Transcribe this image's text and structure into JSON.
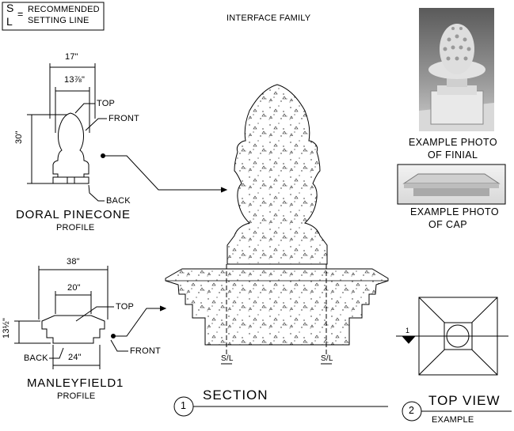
{
  "legend": {
    "symbol_top": "S",
    "symbol_bottom": "L",
    "equals": "=",
    "line1": "RECOMMENDED",
    "line2": "SETTING LINE"
  },
  "header": {
    "title": "INTERFACE FAMILY"
  },
  "pinecone": {
    "dim_width": "17\"",
    "dim_inner": "13⅞\"",
    "dim_height": "30\"",
    "label_top": "TOP",
    "label_front": "FRONT",
    "label_back": "BACK",
    "name": "DORAL PINECONE",
    "subtitle": "PROFILE"
  },
  "cap": {
    "dim_width": "38\"",
    "dim_inner": "20\"",
    "dim_base": "24\"",
    "dim_height": "13½\"",
    "label_top": "TOP",
    "label_front": "FRONT",
    "label_back": "BACK",
    "name": "MANLEYFIELD1",
    "subtitle": "PROFILE"
  },
  "photos": {
    "finial_caption_1": "EXAMPLE PHOTO",
    "finial_caption_2": "OF FINIAL",
    "cap_caption_1": "EXAMPLE PHOTO",
    "cap_caption_2": "OF CAP"
  },
  "section": {
    "number": "1",
    "title": "SECTION",
    "setting_mark": "S/L"
  },
  "top_view": {
    "number": "2",
    "title": "TOP VIEW",
    "subtitle": "EXAMPLE",
    "level_mark": "1"
  }
}
